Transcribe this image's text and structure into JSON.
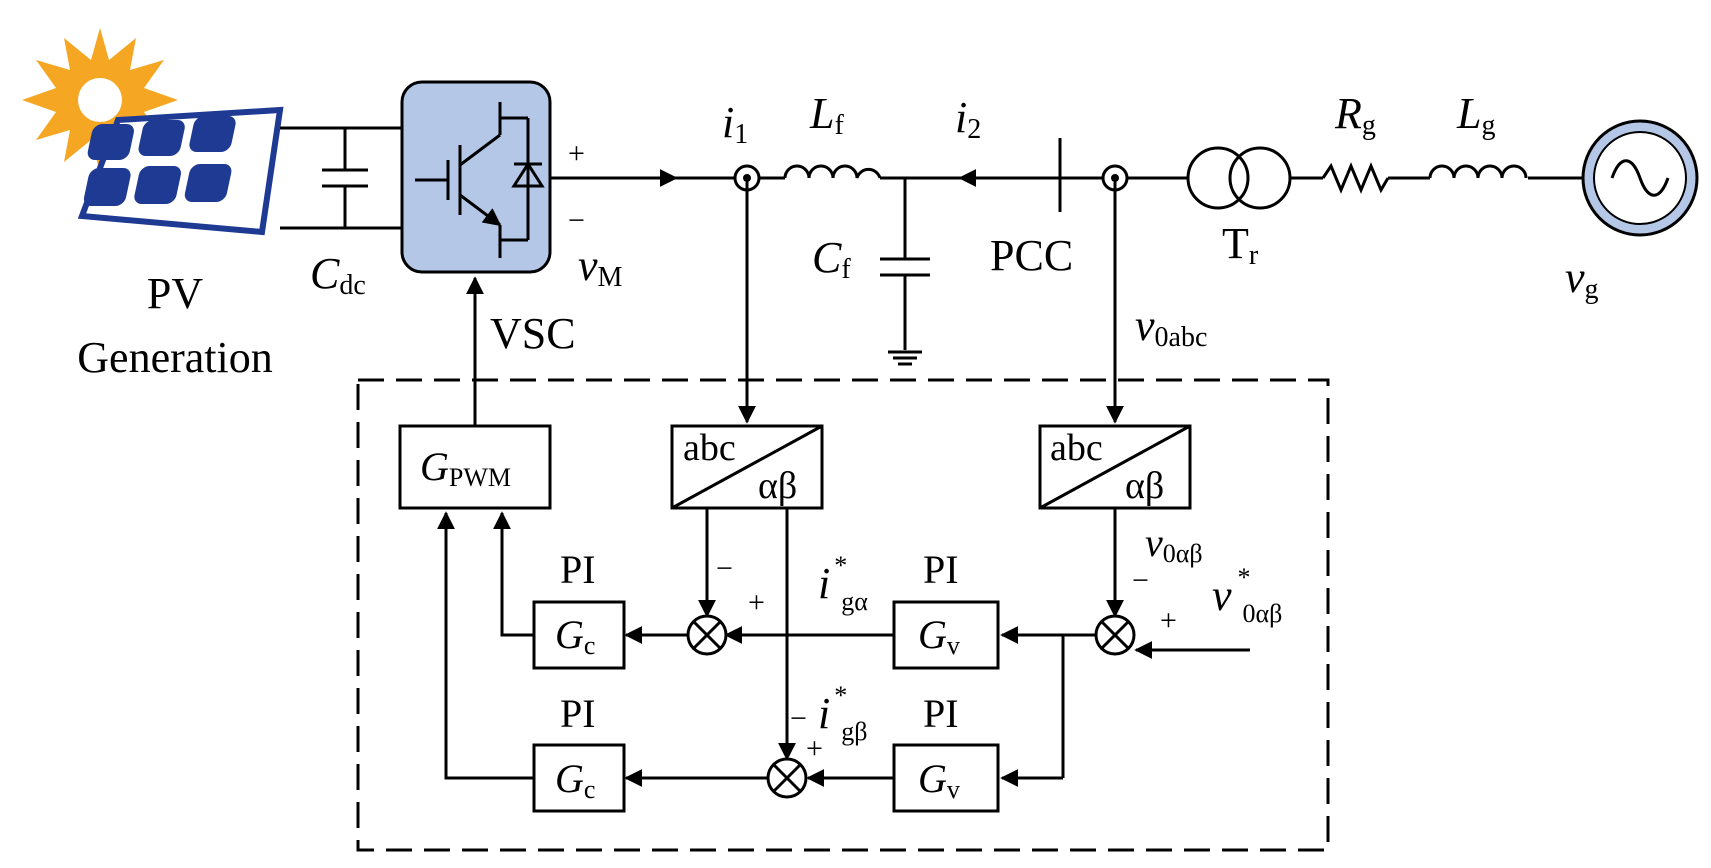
{
  "diagram": {
    "pv_label_1": "PV",
    "pv_label_2": "Generation",
    "cdc_main": "C",
    "cdc_sub": "dc",
    "vsc_label": "VSC",
    "vm_main": "v",
    "vm_sub": "M",
    "plus": "+",
    "minus": "−",
    "i1_main": "i",
    "i1_sub": "1",
    "lf_main": "L",
    "lf_sub": "f",
    "i2_main": "i",
    "i2_sub": "2",
    "cf_main": "C",
    "cf_sub": "f",
    "pcc_label": "PCC",
    "tr_main": "T",
    "tr_sub": "r",
    "rg_main": "R",
    "rg_sub": "g",
    "lg_main": "L",
    "lg_sub": "g",
    "vg_main": "v",
    "vg_sub": "g",
    "v0abc_main": "v",
    "v0abc_sub": "0abc",
    "gpwm_main": "G",
    "gpwm_sub": "PWM",
    "abc": "abc",
    "alphabeta": "αβ",
    "v0ab_main": "v",
    "v0ab_sub": "0αβ",
    "vref_main": "v",
    "vref_sup": "*",
    "vref_sub": "0αβ",
    "iga_main": "i",
    "iga_sup": "*",
    "iga_sub": "gα",
    "igb_main": "i",
    "igb_sup": "*",
    "igb_sub": "gβ",
    "pi": "PI",
    "gc_main": "G",
    "gc_sub": "c",
    "gv_main": "G",
    "gv_sub": "v"
  },
  "colors": {
    "vsc_fill": "#b4c7e7",
    "panel_fill": "#1f3a93",
    "sun_fill": "#f5a623",
    "source_fill": "#b4c7e7"
  },
  "icons": [
    "sun-icon",
    "solar-panel-icon",
    "igbt-switch-icon",
    "ac-source-icon",
    "transformer-icon",
    "capacitor-icon",
    "inductor-icon",
    "resistor-icon",
    "ground-icon",
    "summing-junction-icon"
  ]
}
